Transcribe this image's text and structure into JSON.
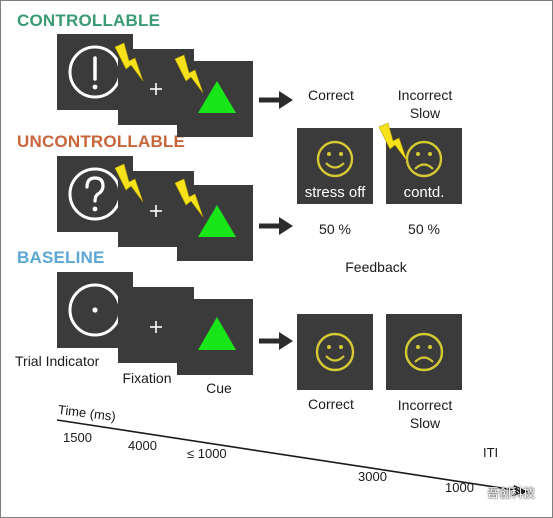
{
  "conditions": {
    "controllable": {
      "title": "CONTROLLABLE",
      "color": "#3a9a73"
    },
    "uncontrollable": {
      "title": "UNCONTROLLABLE",
      "color": "#c8653a"
    },
    "baseline": {
      "title": "BASELINE",
      "color": "#5aa7d6"
    }
  },
  "trial_labels": {
    "indicator": "Trial Indicator",
    "fixation": "Fixation",
    "cue": "Cue"
  },
  "outcomes_top": {
    "correct": "Correct",
    "incorrect_line1": "Incorrect",
    "incorrect_line2": "Slow"
  },
  "feedback_uncontrollable": {
    "stress_off": "stress off",
    "contd": "contd.",
    "pct_left": "50 %",
    "pct_right": "50 %",
    "label": "Feedback"
  },
  "outcomes_baseline": {
    "correct": "Correct",
    "incorrect_line1": "Incorrect",
    "incorrect_line2": "Slow"
  },
  "timeline": {
    "title": "Time (ms)",
    "t1": "1500",
    "t2": "4000",
    "t3": "≤ 1000",
    "t4": "3000",
    "t5": "1000",
    "iti": "ITI"
  },
  "watermark": "吾创科技",
  "icons": {
    "exclamation": "exclamation-circle-icon",
    "question": "question-circle-icon",
    "dot": "dot-circle-icon",
    "lightning": "lightning-bolt-icon",
    "triangle": "green-triangle-cue-icon",
    "smiley": "smiley-face-icon",
    "frown": "frown-face-icon",
    "arrow": "right-arrow-icon"
  },
  "colors": {
    "panel": "#3b3b3b",
    "lightning": "#f5e21b",
    "cue": "#19e619",
    "face": "#d7c934"
  }
}
